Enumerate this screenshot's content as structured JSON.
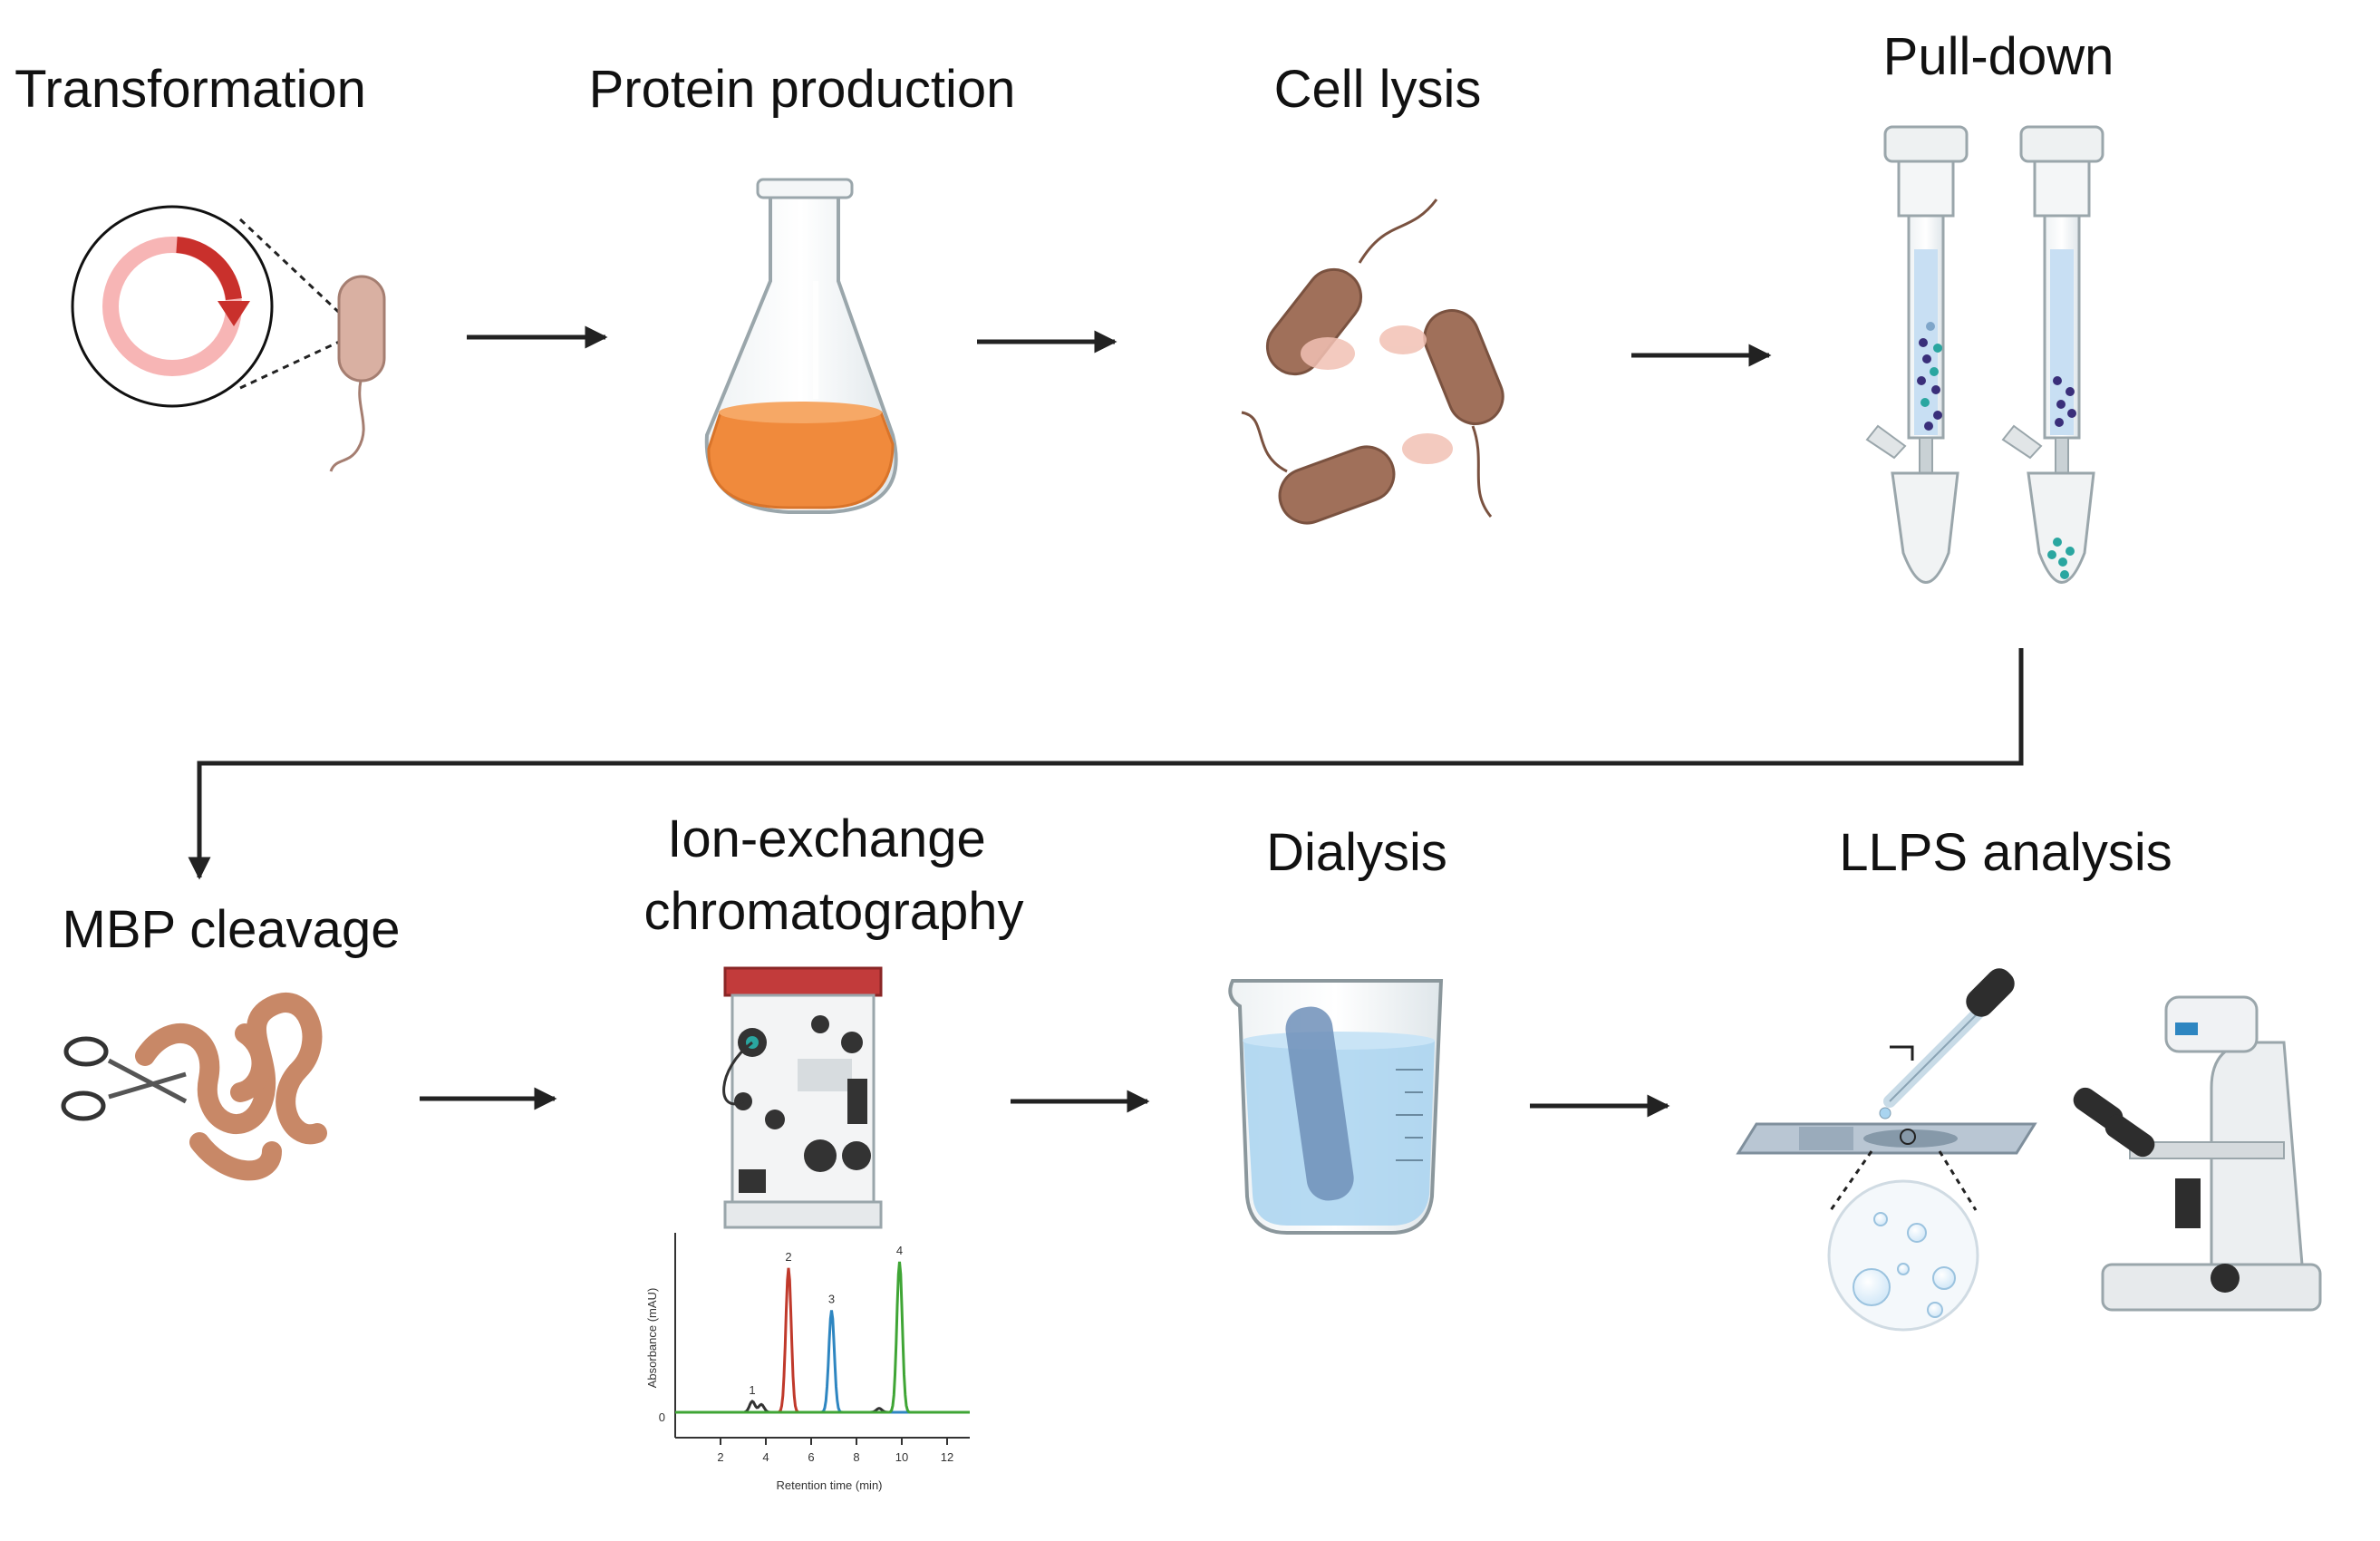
{
  "steps": {
    "transformation": "Transformation",
    "protein_production": "Protein production",
    "cell_lysis": "Cell lysis",
    "pull_down": "Pull-down",
    "mbp_cleavage": "MBP cleavage",
    "ion_exchange_line1": "Ion-exchange",
    "ion_exchange_line2": "chromatography",
    "dialysis": "Dialysis",
    "llps_analysis": "LLPS analysis"
  },
  "chromatogram": {
    "xlabel": "Retention time (min)",
    "ylabel": "Absorbance (mAU)",
    "y_zero_label": "0",
    "x_ticks": [
      "2",
      "4",
      "6",
      "8",
      "10",
      "12"
    ],
    "peak_labels": [
      "1",
      "2",
      "3",
      "4"
    ]
  },
  "chart_data": {
    "type": "line",
    "xlabel": "Retention time (min)",
    "ylabel": "Absorbance (mAU)",
    "xlim": [
      0,
      13
    ],
    "ylim": [
      0,
      1
    ],
    "series": [
      {
        "color": "#333333",
        "peaks": [
          [
            3.4,
            0.07
          ],
          [
            3.8,
            0.05
          ],
          [
            9.0,
            0.025
          ]
        ]
      },
      {
        "color": "#c0392b",
        "peaks": [
          [
            5.0,
            0.92
          ]
        ]
      },
      {
        "color": "#2e86c1",
        "peaks": [
          [
            6.9,
            0.65
          ]
        ]
      },
      {
        "color": "#3fa535",
        "peaks": [
          [
            9.9,
            0.96
          ]
        ]
      }
    ]
  },
  "colors": {
    "arrow": "#222222",
    "cell": "#a0705a",
    "culture": "#f08a3c",
    "buffer": "#a9d4f0",
    "plasmid_ring": "#f7b5b5",
    "plasmid_arrow": "#c9302c",
    "protein_chain": "#c88867"
  }
}
